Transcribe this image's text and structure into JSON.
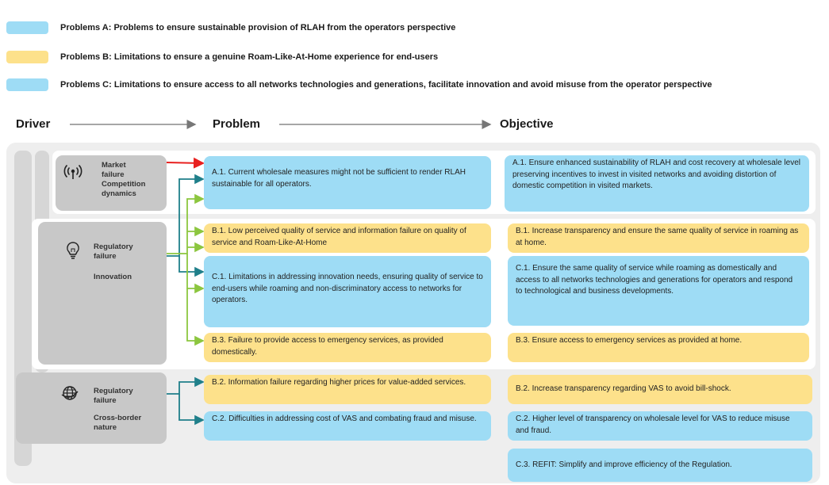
{
  "legend": [
    {
      "text": "Problems A: Problems to ensure sustainable provision of RLAH from the operators perspective",
      "color": "#9edcf5"
    },
    {
      "text": "Problems B: Limitations to ensure a genuine Roam-Like-At-Home experience for end-users",
      "color": "#fde18b"
    },
    {
      "text": "Problems C: Limitations to ensure access to all networks technologies and generations, facilitate innovation and avoid misuse from the operator perspective",
      "color": "#9edcf5"
    }
  ],
  "headers": {
    "driver": "Driver",
    "problem": "Problem",
    "objective": "Objective"
  },
  "drivers": {
    "market": {
      "line1": "Market",
      "line2": "failure",
      "line3": "Competition",
      "line4": "dynamics",
      "icon": "signal-broadcast-icon"
    },
    "regulatory1": {
      "line1": "Regulatory",
      "line2": "failure",
      "line3": "Innovation",
      "icon": "lightbulb-icon"
    },
    "regulatory2": {
      "line1": "Regulatory",
      "line2": "failure",
      "line3": "Cross-border",
      "line4": "nature",
      "icon": "globe-icon"
    }
  },
  "problems": {
    "a1": "A.1. Current wholesale measures might not be sufficient to render RLAH sustainable for all operators.",
    "b1": "B.1. Low perceived quality of service and information failure on quality of service and Roam-Like-At-Home",
    "c1": "C.1. Limitations in addressing innovation needs, ensuring quality of service to end-users while roaming and non-discriminatory access to networks for operators.",
    "b3": "B.3. Failure to provide access to emergency services, as provided domestically.",
    "b2": "B.2. Information failure regarding higher prices for value-added services.",
    "c2": "C.2. Difficulties in addressing cost of VAS and combating fraud and misuse."
  },
  "objectives": {
    "a1": "A.1. Ensure enhanced sustainability of RLAH and cost recovery at wholesale level preserving incentives to invest in visited networks and avoiding distortion of domestic competition in visited markets.",
    "b1": "B.1. Increase transparency and ensure the same quality of service in roaming as at home.",
    "c1": "C.1. Ensure the same quality of service while roaming as domestically and access to all networks technologies and generations for operators and respond to technological and business developments.",
    "b3": "B.3. Ensure access to emergency services as provided at home.",
    "b2": "B.2. Increase transparency regarding VAS to avoid bill-shock.",
    "c2": "C.2. Higher level of transparency on wholesale level for VAS to reduce misuse and fraud.",
    "c3": "C.3. REFIT: Simplify and improve efficiency of the Regulation."
  },
  "colors": {
    "blue": "#9edcf5",
    "yellow": "#fde18b",
    "red_arrow": "#e8201f",
    "teal_arrow": "#1f7f8a",
    "green_arrow": "#8cc63f"
  }
}
